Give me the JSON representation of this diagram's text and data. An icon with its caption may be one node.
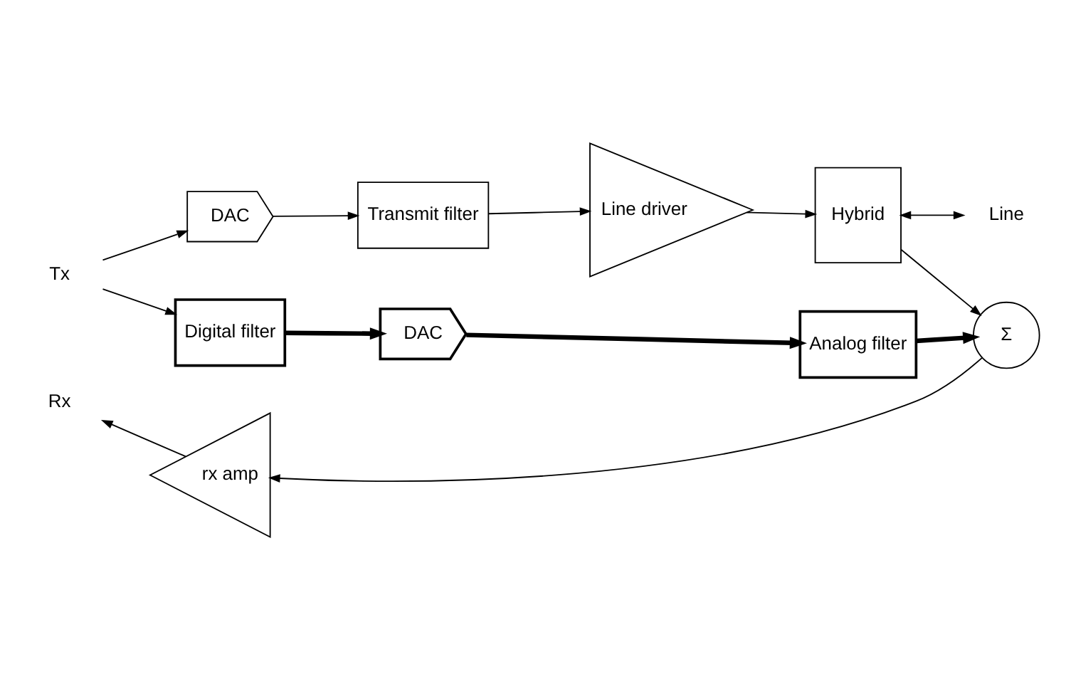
{
  "diagram": {
    "nodes": [
      {
        "text": [
          "Tx"
        ]
      },
      {
        "text": [
          "DAC"
        ]
      },
      {
        "text": [
          "Transmit filter"
        ]
      },
      {
        "text": [
          "Line driver"
        ]
      },
      {
        "text": [
          "Digital filter"
        ]
      },
      {
        "text": [
          "DAC"
        ]
      },
      {
        "text": [
          "Analog filter"
        ]
      },
      {
        "text": [
          "Hybrid"
        ]
      },
      {
        "text": [
          "Line"
        ]
      },
      {
        "text": [
          "Σ"
        ]
      },
      {
        "text": [
          "rx amp"
        ]
      },
      {
        "text": [
          "Rx"
        ]
      }
    ],
    "edges": [
      {
        "from": 0,
        "to": 1,
        "arrow": "to"
      },
      {
        "from": 0,
        "to": 4,
        "arrow": "to"
      },
      {
        "from": 1,
        "to": 2,
        "arrow": "to"
      },
      {
        "from": 2,
        "to": 3,
        "arrow": "to"
      },
      {
        "from": 3,
        "to": 7,
        "arrow": "to"
      },
      {
        "from": 7,
        "to": 8,
        "arrow": "both"
      },
      {
        "from": 7,
        "to": 9,
        "arrow": "to"
      },
      {
        "from": 4,
        "to": 5,
        "arrow": "to",
        "style": "thick"
      },
      {
        "from": 5,
        "to": 6,
        "arrow": "to",
        "style": "thick"
      },
      {
        "from": 6,
        "to": 9,
        "arrow": "to",
        "style": "thick"
      },
      {
        "from": 9,
        "to": 10,
        "arrow": "to"
      },
      {
        "from": 10,
        "to": 11,
        "arrow": "to"
      }
    ]
  }
}
